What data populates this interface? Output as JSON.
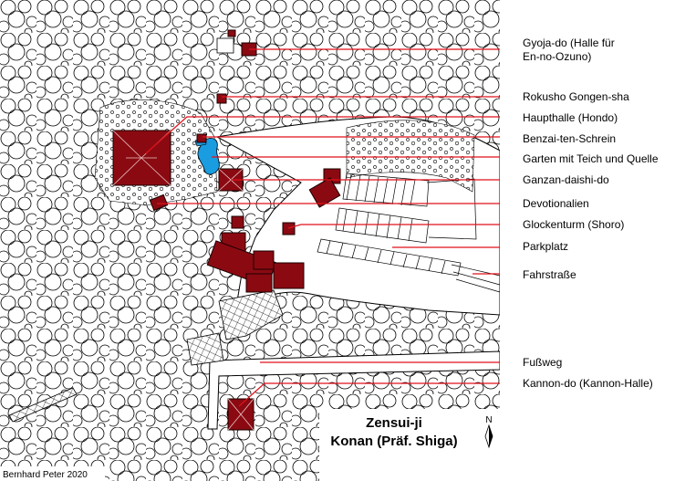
{
  "map": {
    "title_line1": "Zensui-ji",
    "title_line2": "Konan (Präf. Shiga)",
    "north": "N",
    "credit": "Bernhard Peter 2020",
    "colors": {
      "building": "#8b0a12",
      "water": "#1a9ce0",
      "leader": "#e0101a",
      "background": "#ffffff"
    },
    "labels": [
      {
        "id": "gyoja-do",
        "lines": [
          "Gyoja-do (Halle für",
          "En-no-Ozuno)"
        ]
      },
      {
        "id": "rokusho",
        "lines": [
          "Rokusho Gongen-sha"
        ]
      },
      {
        "id": "haupthalle",
        "lines": [
          "Haupthalle (Hondo)"
        ]
      },
      {
        "id": "benzai",
        "lines": [
          "Benzai-ten-Schrein"
        ]
      },
      {
        "id": "garten",
        "lines": [
          "Garten mit Teich und Quelle"
        ]
      },
      {
        "id": "ganzan",
        "lines": [
          "Ganzan-daishi-do"
        ]
      },
      {
        "id": "devotionalien",
        "lines": [
          "Devotionalien"
        ]
      },
      {
        "id": "glockenturm",
        "lines": [
          "Glockenturm (Shoro)"
        ]
      },
      {
        "id": "parkplatz",
        "lines": [
          "Parkplatz"
        ]
      },
      {
        "id": "fahrstrasse",
        "lines": [
          "Fahrstraße"
        ]
      },
      {
        "id": "fussweg",
        "lines": [
          "Fußweg"
        ]
      },
      {
        "id": "kannon",
        "lines": [
          "Kannon-do (Kannon-Halle)"
        ]
      }
    ]
  }
}
